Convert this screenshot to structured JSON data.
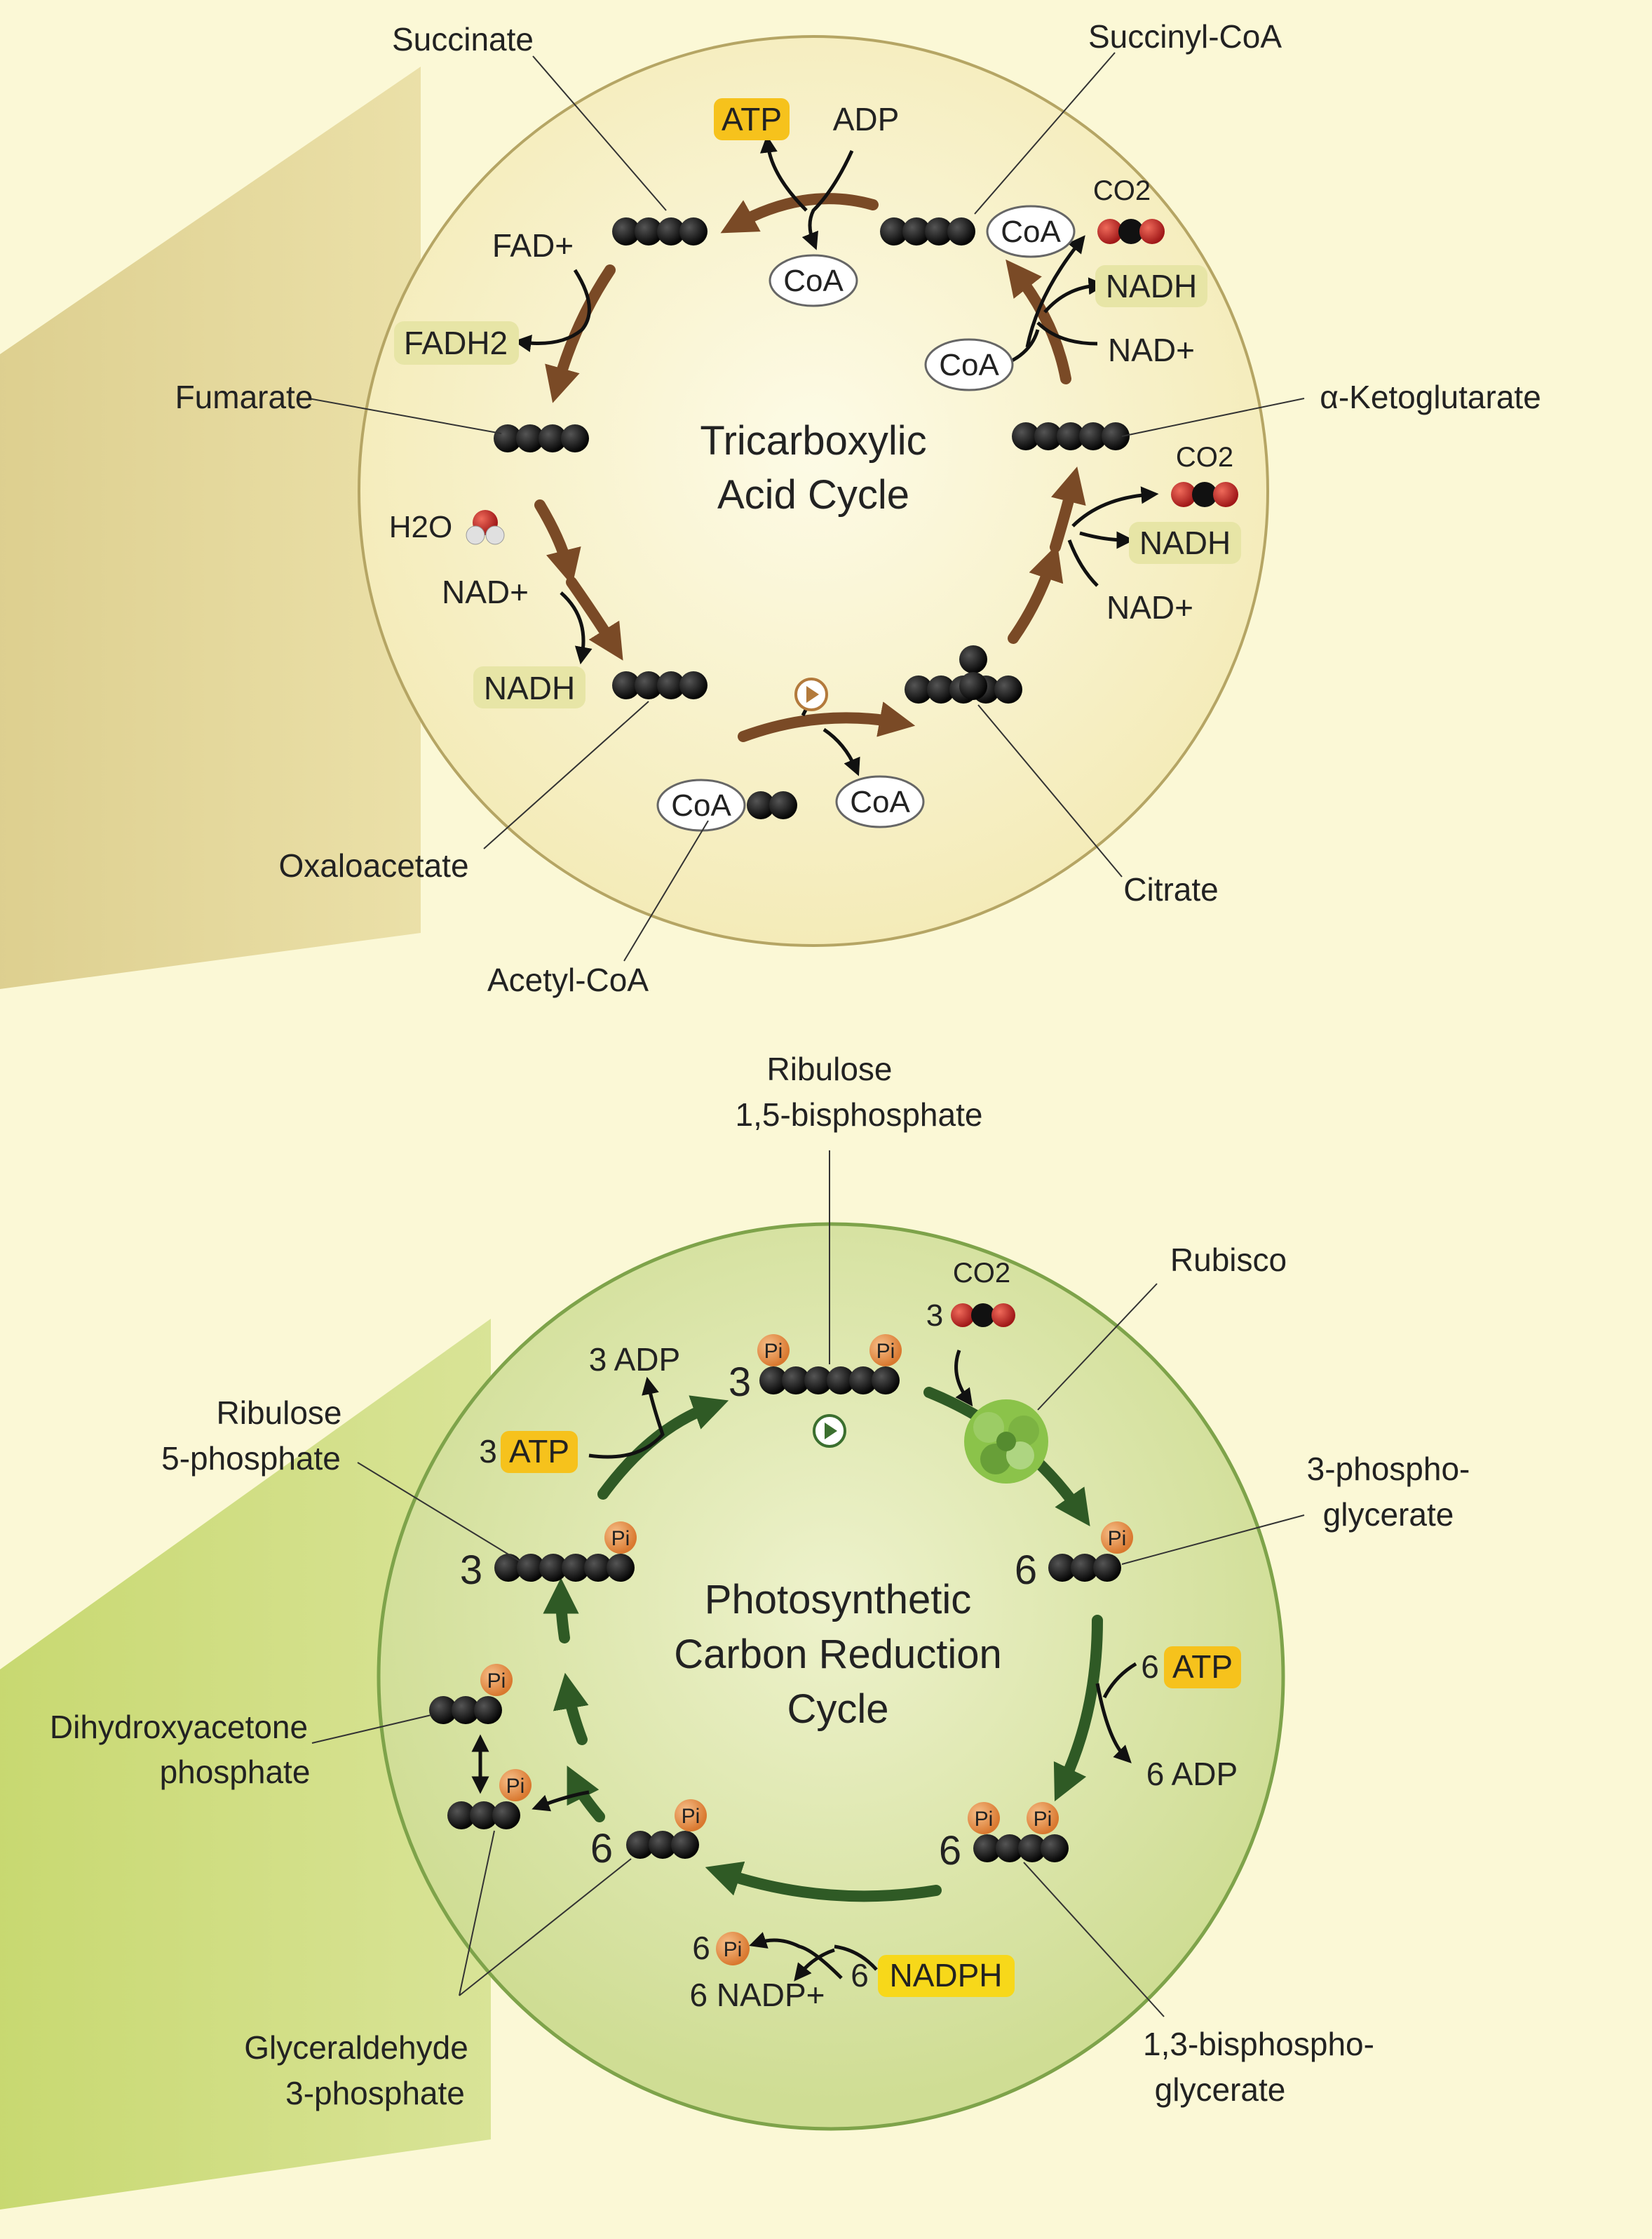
{
  "colors": {
    "background": "#fbf8d6",
    "tca_circle": "#f8f1c4",
    "tca_border": "#b5a564",
    "tca_wedge": "#d8c883",
    "psc_circle": "#d9e4a3",
    "psc_border": "#7ea34a",
    "psc_wedge": "#bfd35f",
    "brown_arrow": "#7a4a26",
    "green_arrow": "#2f5a25",
    "atp_highlight": "#f6c21c",
    "nadph_highlight": "#f7d81a",
    "pale_highlight": "#e7e5a6",
    "phosphate": "#e99a4f",
    "carbon": "#111111",
    "oxygen": "#c62828",
    "rubisco": "#8bc34a"
  },
  "tca": {
    "title_line1": "Tricarboxylic",
    "title_line2": "Acid Cycle",
    "labels": {
      "succinate": "Succinate",
      "succinyl_coa": "Succinyl-CoA",
      "fumarate": "Fumarate",
      "ketoglutarate": "α-Ketoglutarate",
      "oxaloacetate": "Oxaloacetate",
      "citrate": "Citrate",
      "acetyl_coa": "Acetyl-CoA"
    },
    "cofactors": {
      "atp": "ATP",
      "adp": "ADP",
      "coa": "CoA",
      "fad": "FAD+",
      "fadh2": "FADH2",
      "h2o": "H2O",
      "nad": "NAD+",
      "nadh": "NADH",
      "co2": "CO2"
    }
  },
  "psc": {
    "title_line1": "Photosynthetic",
    "title_line2": "Carbon Reduction",
    "title_line3": "Cycle",
    "labels": {
      "rubp_line1": "Ribulose",
      "rubp_line2": "1,5-bisphosphate",
      "rubisco": "Rubisco",
      "r5p_line1": "Ribulose",
      "r5p_line2": "5-phosphate",
      "pga_line1": "3-phospho-",
      "pga_line2": "glycerate",
      "dhap_line1": "Dihydroxyacetone",
      "dhap_line2": "phosphate",
      "bpg_line1": "1,3-bisphospho-",
      "bpg_line2": "glycerate",
      "g3p_line1": "Glyceraldehyde",
      "g3p_line2": "3-phosphate"
    },
    "cofactors": {
      "co2": "CO2",
      "three": "3",
      "six": "6",
      "atp": "ATP",
      "adp": "ADP",
      "three_adp": "3 ADP",
      "six_adp": "6 ADP",
      "nadph": "NADPH",
      "six_nadp": "6 NADP+",
      "pi": "Pi"
    }
  }
}
